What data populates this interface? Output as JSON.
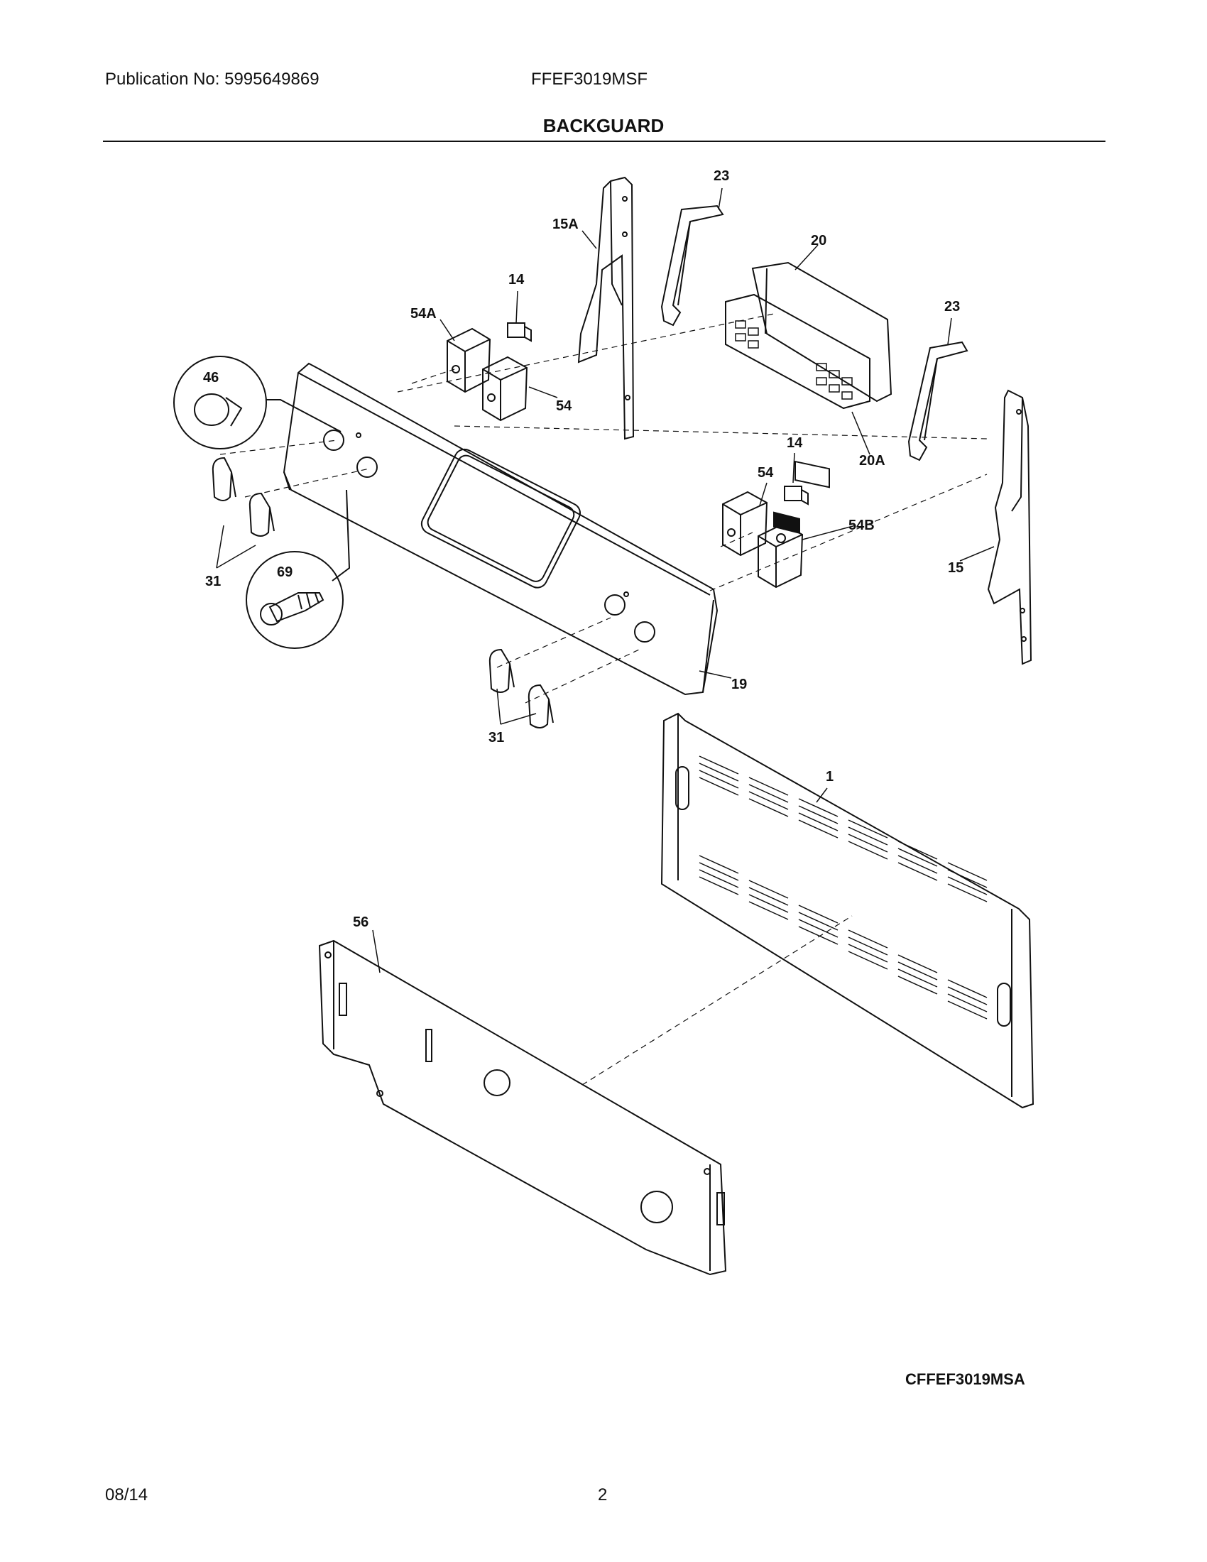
{
  "header": {
    "publication": "Publication No: 5995649869",
    "model": "FFEF3019MSF",
    "title": "BACKGUARD"
  },
  "callouts": {
    "c23a": "23",
    "c15a": "15A",
    "c20": "20",
    "c14a": "14",
    "c54a": "54A",
    "c23b": "23",
    "c46": "46",
    "c54top": "54",
    "c20a": "20A",
    "c14b": "14",
    "c54mid": "54",
    "c54b": "54B",
    "c15": "15",
    "c69": "69",
    "c31a": "31",
    "c19": "19",
    "c31b": "31",
    "c1": "1",
    "c56": "56"
  },
  "diagram_code": "CFFEF3019MSA",
  "footer": {
    "date": "08/14",
    "page": "2"
  }
}
